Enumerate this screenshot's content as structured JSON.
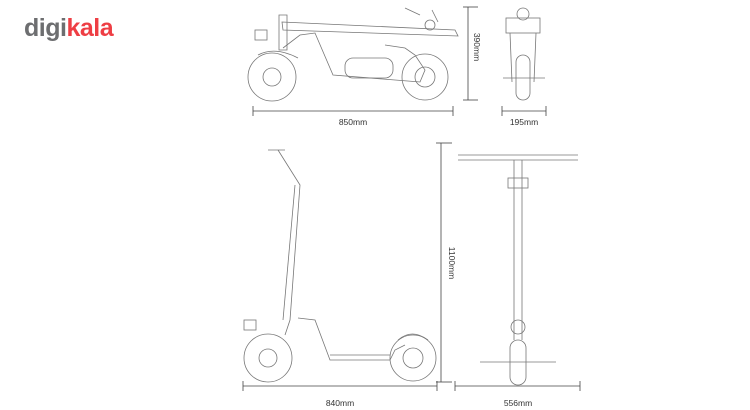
{
  "logo": {
    "part1": "digi",
    "part2": "kala",
    "colors": {
      "gray": "#6d6e70",
      "red": "#ee3e44"
    }
  },
  "dimensions": {
    "folded_length": "850mm",
    "folded_height": "390mm",
    "folded_width": "195mm",
    "unfolded_height": "1100mm",
    "unfolded_length": "840mm",
    "unfolded_width": "556mm"
  }
}
